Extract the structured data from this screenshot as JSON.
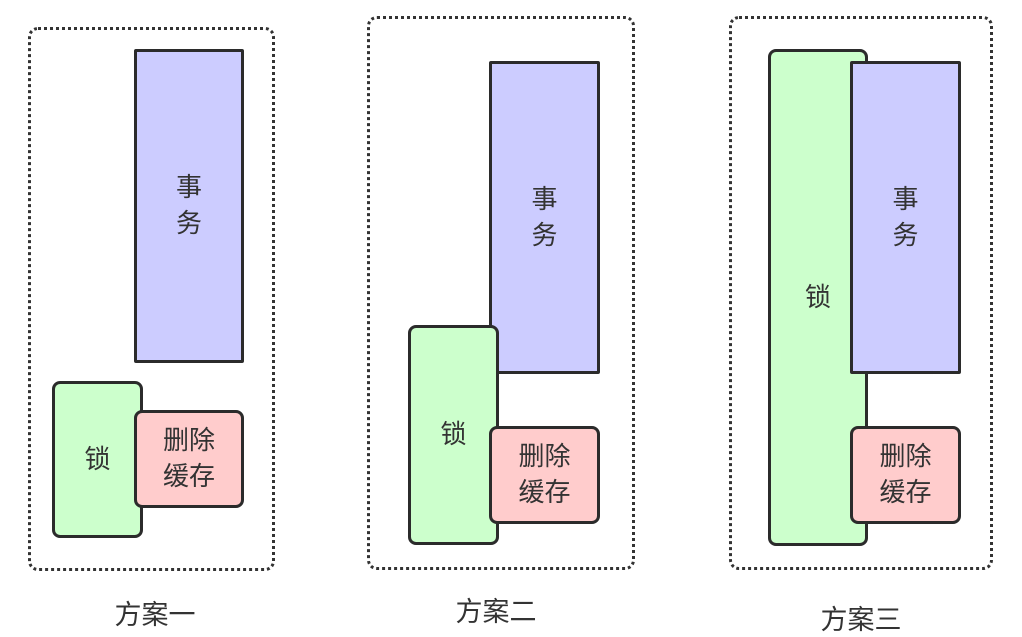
{
  "labels": {
    "transaction": "事务",
    "lock": "锁",
    "delete_cache": "删除缓存"
  },
  "plans": [
    {
      "caption": "方案一"
    },
    {
      "caption": "方案二"
    },
    {
      "caption": "方案三"
    }
  ],
  "colors": {
    "transaction_fill": "#ccccff",
    "lock_fill": "#ccffcc",
    "cache_fill": "#ffcccc",
    "outline": "#2b2b2b"
  }
}
